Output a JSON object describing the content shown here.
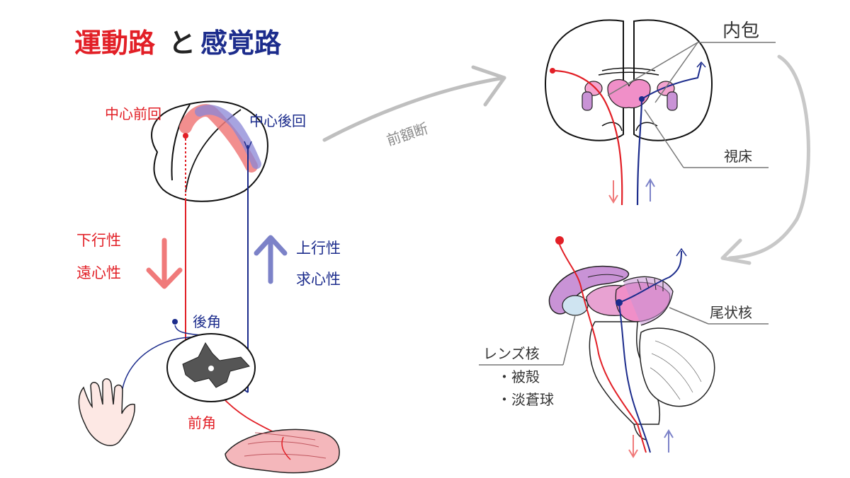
{
  "title": {
    "motor": "運動路",
    "connector": "と",
    "sensory": "感覚路"
  },
  "labels": {
    "precentral": "中心前回",
    "postcentral": "中心後回",
    "frontal_section": "前額断",
    "internal_capsule": "内包",
    "thalamus": "視床",
    "descending": "下行性",
    "centrifugal": "遠心性",
    "ascending": "上行性",
    "centripetal": "求心性",
    "posterior_horn": "後角",
    "anterior_horn": "前角",
    "caudate_nucleus": "尾状核",
    "lentiform_nucleus": "レンズ核",
    "putamen": "・被殻",
    "globus_pallidus": "・淡蒼球"
  },
  "colors": {
    "motor": "#e21f26",
    "sensory": "#1c2c8c",
    "motor_light": "#f07a7a",
    "sensory_light": "#7c82c8",
    "arrow_gray": "#bfbfbf",
    "nucleus_pink": "#f08fc8",
    "nucleus_purple": "#c993d6",
    "thalamus_pink": "#f4a3cf"
  },
  "icons": {
    "hand": "hand-icon",
    "muscle": "muscle-icon",
    "brain_top": "brain-top-view-icon",
    "brain_section": "brain-coronal-section-icon",
    "basal_ganglia": "basal-ganglia-3d-icon",
    "spinal_cord": "spinal-cord-section-icon"
  }
}
